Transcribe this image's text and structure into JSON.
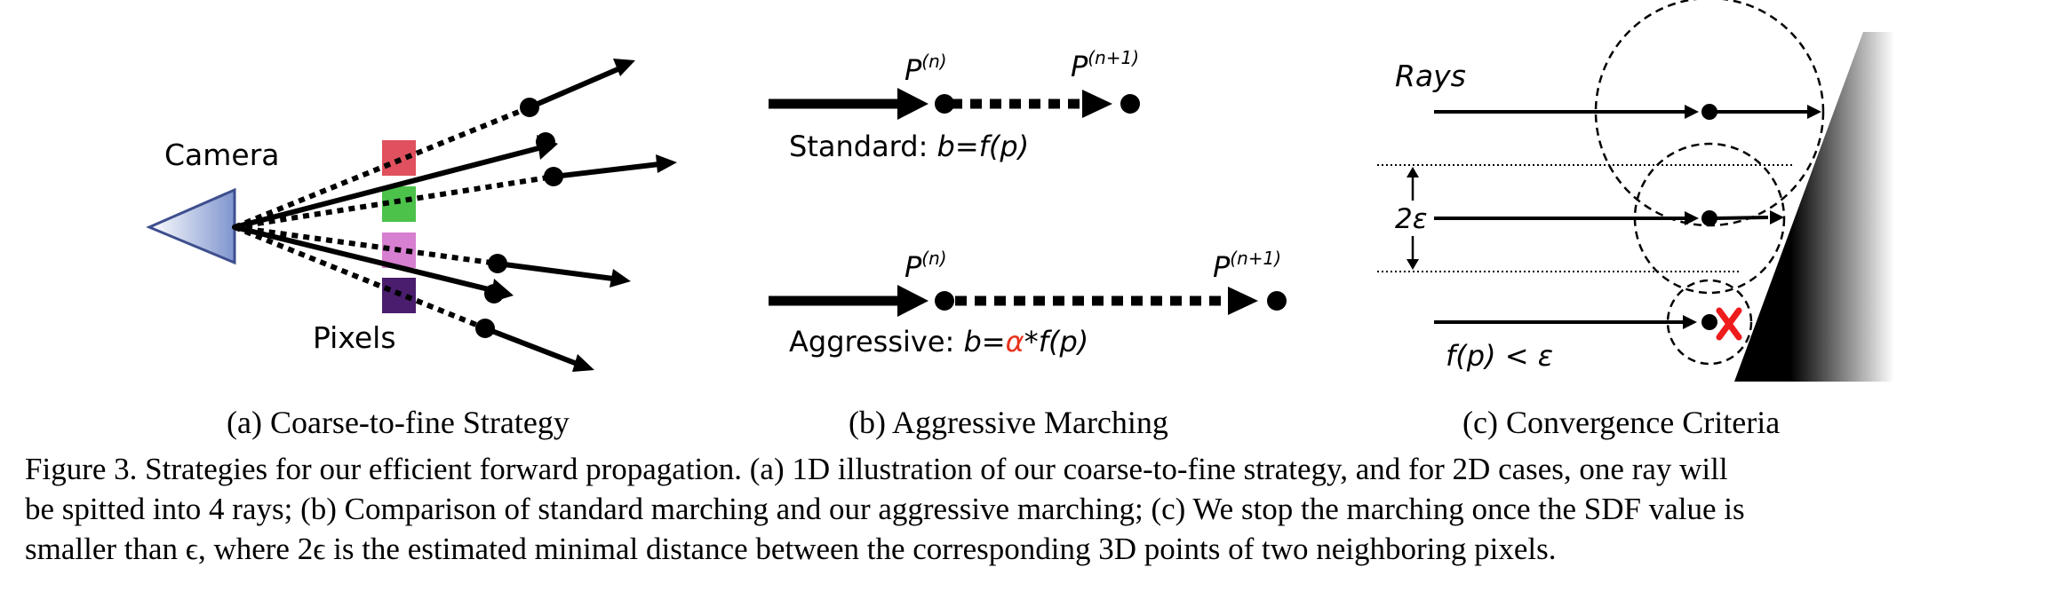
{
  "panel_a": {
    "camera_label": "Camera",
    "pixels_label": "Pixels",
    "pixel_colors": [
      "#e0505e",
      "#4cc24a",
      "#d77fd1",
      "#4a1d6e"
    ]
  },
  "panel_b": {
    "standard": {
      "p_label": "P",
      "p_sup": "(n)",
      "p_next_label": "P",
      "p_next_sup": "(n+1)",
      "text_prefix": "Standard: ",
      "text_formula": "b=f(p)"
    },
    "aggressive": {
      "p_label": "P",
      "p_sup": "(n)",
      "p_next_label": "P",
      "p_next_sup": "(n+1)",
      "text_prefix": "Aggressive: ",
      "text_formula_pre": "b=",
      "text_alpha": "α",
      "text_formula_post": "*f(p)",
      "alpha_color": "#e8331c"
    }
  },
  "panel_c": {
    "rays_label": "Rays",
    "epsilon_label": "2ε",
    "condition_label": "f(p) < ε",
    "cross_color": "#ee1c1c"
  },
  "subcaptions": {
    "a": "(a) Coarse-to-fine Strategy",
    "b": "(b) Aggressive Marching",
    "c": "(c) Convergence Criteria"
  },
  "caption": {
    "line1": "Figure 3. Strategies for our efficient forward propagation. (a) 1D illustration of our coarse-to-fine strategy, and for 2D cases, one ray will",
    "line2": "be spitted into 4 rays; (b) Comparison of standard marching and our aggressive marching; (c) We stop the marching once the SDF value is",
    "line3": "smaller than ϵ, where 2ϵ is the estimated minimal distance between the corresponding 3D points of two neighboring pixels."
  }
}
